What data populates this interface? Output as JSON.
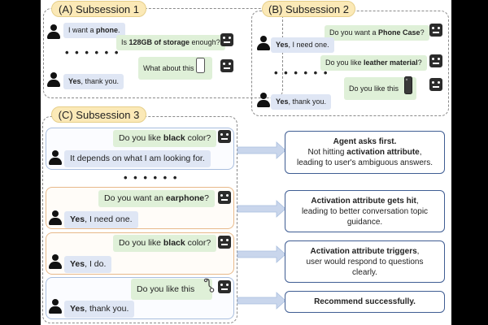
{
  "subsession1": {
    "tag": "(A) Subsession 1",
    "user1_pre": "I want a ",
    "user1_bold": "phone",
    "user1_post": ".",
    "bot1_pre": "Is ",
    "bot1_bold": "128GB of storage",
    "bot1_post": " enough?",
    "ellipsis": "• • • • • •",
    "bot2": "What about this",
    "user2_bold": "Yes",
    "user2_post": ", thank you."
  },
  "subsession2": {
    "tag": "(B) Subsession 2",
    "bot1_pre": "Do you want a ",
    "bot1_bold": "Phone Case",
    "bot1_post": "?",
    "user1_bold": "Yes",
    "user1_post": ", I need one.",
    "bot2_pre": "Do you like ",
    "bot2_bold": "leather material",
    "bot2_post": "?",
    "ellipsis": "• • • • • •",
    "bot3": "Do you like this",
    "user2_bold": "Yes",
    "user2_post": ", thank you."
  },
  "subsession3": {
    "tag": "(C) Subsession 3",
    "ellipsis": "• • • • • •",
    "panel1": {
      "bot_pre": "Do you like ",
      "bot_bold": "black",
      "bot_post": " color?",
      "user": "It depends on what I am looking for."
    },
    "panel2": {
      "bot_pre": "Do you want an ",
      "bot_bold": "earphone",
      "bot_post": "?",
      "user_bold": "Yes",
      "user_post": ", I need one."
    },
    "panel3": {
      "bot_pre": "Do you like ",
      "bot_bold": "black",
      "bot_post": " color?",
      "user_bold": "Yes",
      "user_post": ", I do."
    },
    "panel4": {
      "bot": "Do you like this",
      "user_bold": "Yes",
      "user_post": ", thank you."
    }
  },
  "notes": {
    "note1": {
      "title": "Agent asks first.",
      "l2_pre": "Not hitting ",
      "l2_bold": "activation attribute",
      "l2_post": ",",
      "l3": "leading to user's ambiguous answers."
    },
    "note2": {
      "l1_bold": "Activation attribute gets hit",
      "l1_post": ",",
      "l2": "leading to better conversation topic",
      "l3": "guidance."
    },
    "note3": {
      "l1_bold": "Activation attribute triggers",
      "l1_post": ",",
      "l2": "user would respond to questions",
      "l3": "clearly."
    },
    "note4": {
      "l1": "Recommend successfully."
    }
  },
  "colors": {
    "user_bubble": "#dfe6f4",
    "bot_bubble": "#dff0d8",
    "tag_fill": "#fbe9b7",
    "note_border": "#3f5d93",
    "arrow": "#a9bede"
  }
}
